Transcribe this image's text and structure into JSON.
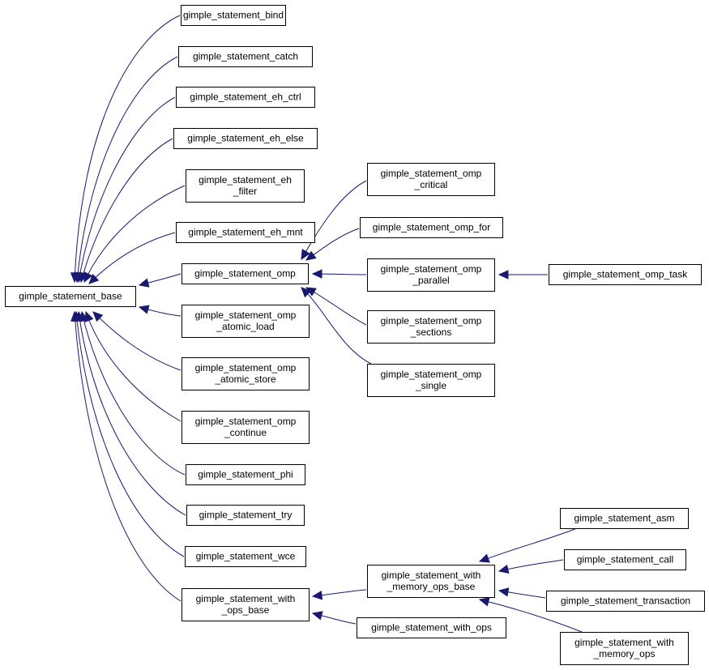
{
  "nodes": [
    {
      "id": "base",
      "label": [
        "gimple_statement_base"
      ]
    },
    {
      "id": "bind",
      "label": [
        "gimple_statement_bind"
      ]
    },
    {
      "id": "catch",
      "label": [
        "gimple_statement_catch"
      ]
    },
    {
      "id": "eh_ctrl",
      "label": [
        "gimple_statement_eh_ctrl"
      ]
    },
    {
      "id": "eh_else",
      "label": [
        "gimple_statement_eh_else"
      ]
    },
    {
      "id": "eh_filter",
      "label": [
        "gimple_statement_eh",
        "_filter"
      ]
    },
    {
      "id": "eh_mnt",
      "label": [
        "gimple_statement_eh_mnt"
      ]
    },
    {
      "id": "omp",
      "label": [
        "gimple_statement_omp"
      ]
    },
    {
      "id": "omp_atomic_load",
      "label": [
        "gimple_statement_omp",
        "_atomic_load"
      ]
    },
    {
      "id": "omp_atomic_store",
      "label": [
        "gimple_statement_omp",
        "_atomic_store"
      ]
    },
    {
      "id": "omp_continue",
      "label": [
        "gimple_statement_omp",
        "_continue"
      ]
    },
    {
      "id": "phi",
      "label": [
        "gimple_statement_phi"
      ]
    },
    {
      "id": "try",
      "label": [
        "gimple_statement_try"
      ]
    },
    {
      "id": "wce",
      "label": [
        "gimple_statement_wce"
      ]
    },
    {
      "id": "with_ops_base",
      "label": [
        "gimple_statement_with",
        "_ops_base"
      ]
    },
    {
      "id": "omp_critical",
      "label": [
        "gimple_statement_omp",
        "_critical"
      ]
    },
    {
      "id": "omp_for",
      "label": [
        "gimple_statement_omp_for"
      ]
    },
    {
      "id": "omp_parallel",
      "label": [
        "gimple_statement_omp",
        "_parallel"
      ]
    },
    {
      "id": "omp_sections",
      "label": [
        "gimple_statement_omp",
        "_sections"
      ]
    },
    {
      "id": "omp_single",
      "label": [
        "gimple_statement_omp",
        "_single"
      ]
    },
    {
      "id": "omp_task",
      "label": [
        "gimple_statement_omp_task"
      ]
    },
    {
      "id": "with_memory_ops_base",
      "label": [
        "gimple_statement_with",
        "_memory_ops_base"
      ]
    },
    {
      "id": "with_ops",
      "label": [
        "gimple_statement_with_ops"
      ]
    },
    {
      "id": "asm",
      "label": [
        "gimple_statement_asm"
      ]
    },
    {
      "id": "call",
      "label": [
        "gimple_statement_call"
      ]
    },
    {
      "id": "transaction",
      "label": [
        "gimple_statement_transaction"
      ]
    },
    {
      "id": "with_memory_ops",
      "label": [
        "gimple_statement_with",
        "_memory_ops"
      ]
    }
  ],
  "edges": [
    {
      "from": "bind",
      "to": "base"
    },
    {
      "from": "catch",
      "to": "base"
    },
    {
      "from": "eh_ctrl",
      "to": "base"
    },
    {
      "from": "eh_else",
      "to": "base"
    },
    {
      "from": "eh_filter",
      "to": "base"
    },
    {
      "from": "eh_mnt",
      "to": "base"
    },
    {
      "from": "omp",
      "to": "base"
    },
    {
      "from": "omp_atomic_load",
      "to": "base"
    },
    {
      "from": "omp_atomic_store",
      "to": "base"
    },
    {
      "from": "omp_continue",
      "to": "base"
    },
    {
      "from": "phi",
      "to": "base"
    },
    {
      "from": "try",
      "to": "base"
    },
    {
      "from": "wce",
      "to": "base"
    },
    {
      "from": "with_ops_base",
      "to": "base"
    },
    {
      "from": "omp_critical",
      "to": "omp"
    },
    {
      "from": "omp_for",
      "to": "omp"
    },
    {
      "from": "omp_parallel",
      "to": "omp"
    },
    {
      "from": "omp_sections",
      "to": "omp"
    },
    {
      "from": "omp_single",
      "to": "omp"
    },
    {
      "from": "omp_task",
      "to": "omp_parallel"
    },
    {
      "from": "with_memory_ops_base",
      "to": "with_ops_base"
    },
    {
      "from": "with_ops",
      "to": "with_ops_base"
    },
    {
      "from": "asm",
      "to": "with_memory_ops_base"
    },
    {
      "from": "call",
      "to": "with_memory_ops_base"
    },
    {
      "from": "transaction",
      "to": "with_memory_ops_base"
    },
    {
      "from": "with_memory_ops",
      "to": "with_memory_ops_base"
    }
  ],
  "colors": {
    "edge": "#191970",
    "node_border": "#000000",
    "node_fill": "#ffffff"
  }
}
